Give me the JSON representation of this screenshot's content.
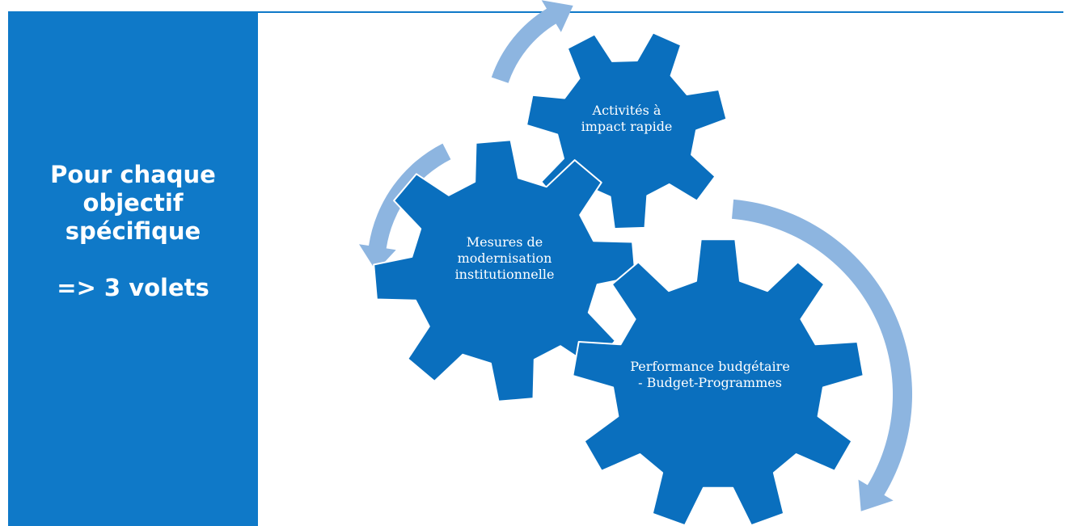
{
  "panel": {
    "lines": [
      "Pour chaque",
      "objectif",
      "spécifique",
      "=> 3 volets"
    ]
  },
  "gears": [
    {
      "id": "activites",
      "lines": [
        "Activités à",
        "impact rapide"
      ]
    },
    {
      "id": "mesures",
      "lines": [
        "Mesures de",
        "modernisation",
        "institutionnelle"
      ]
    },
    {
      "id": "performance",
      "lines": [
        "Performance budgétaire",
        "- Budget-Programmes"
      ]
    }
  ],
  "colors": {
    "accent": "#0f79c8",
    "gear": "#0a6fbe",
    "arrow": "#8db5e0",
    "text": "#ffffff",
    "background": "#ffffff"
  }
}
